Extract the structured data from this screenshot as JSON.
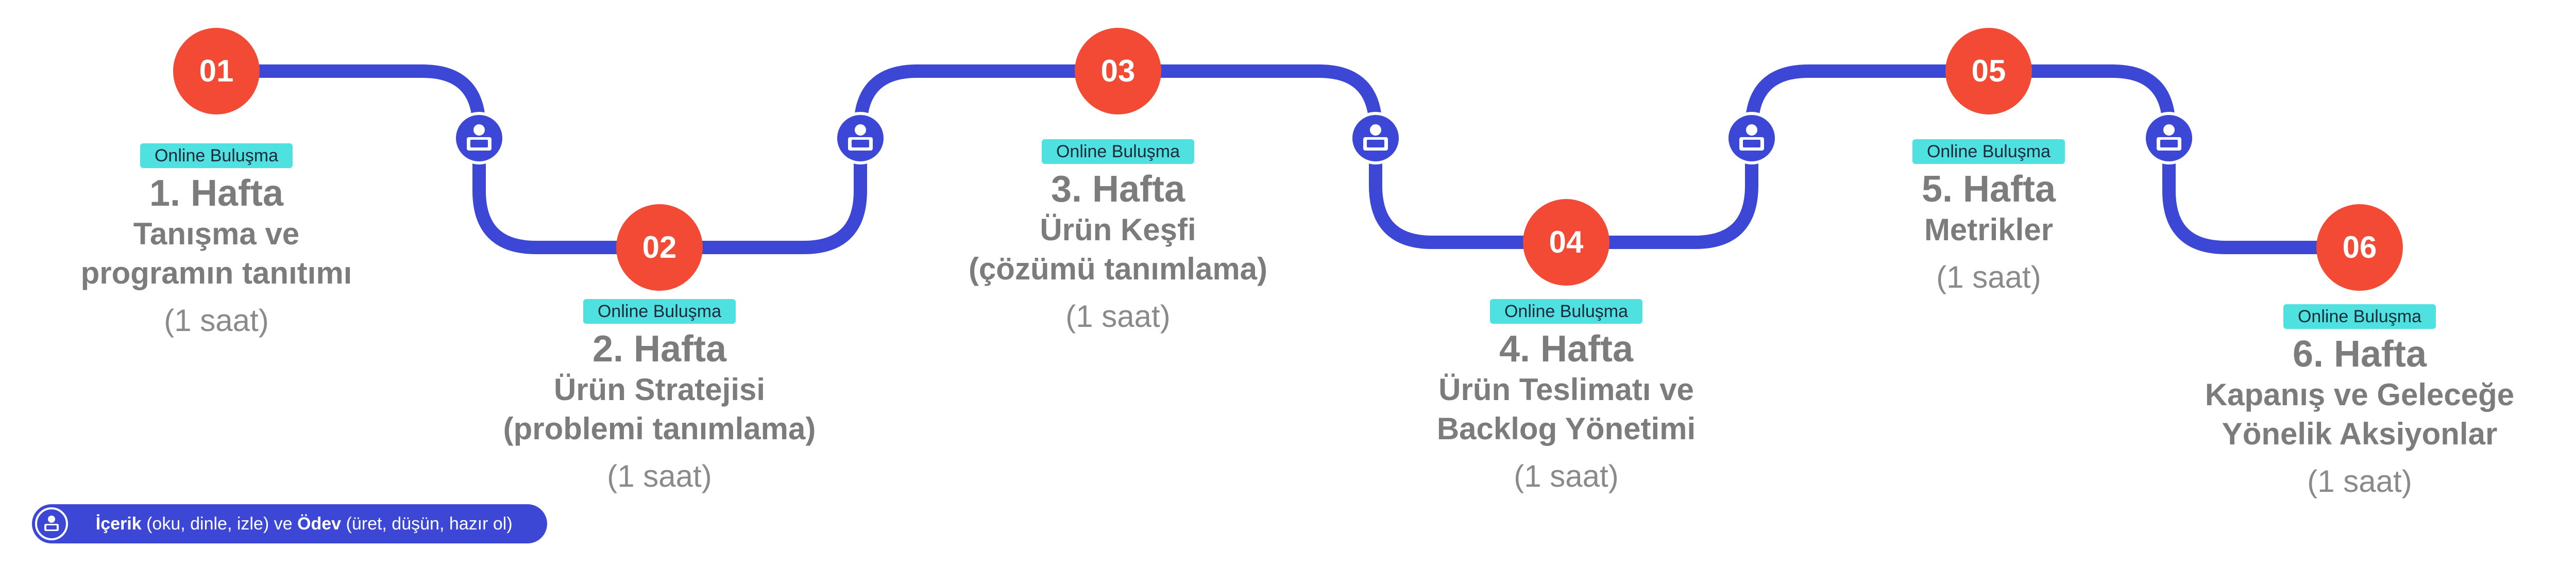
{
  "colors": {
    "path": "#3d47d6",
    "milestone": "#f24a35",
    "badge": "#4fe0e0",
    "text": "#7c7c7c"
  },
  "weeks": [
    {
      "number": "01",
      "badge": "Online Buluşma",
      "title": "1. Hafta",
      "subtitle": "Tanışma ve\nprogramın tanıtımı",
      "duration": "(1 saat)"
    },
    {
      "number": "02",
      "badge": "Online Buluşma",
      "title": "2. Hafta",
      "subtitle": "Ürün Stratejisi\n(problemi tanımlama)",
      "duration": "(1 saat)"
    },
    {
      "number": "03",
      "badge": "Online Buluşma",
      "title": "3. Hafta",
      "subtitle": "Ürün Keşfi\n(çözümü tanımlama)",
      "duration": "(1 saat)"
    },
    {
      "number": "04",
      "badge": "Online Buluşma",
      "title": "4. Hafta",
      "subtitle": "Ürün Teslimatı ve\nBacklog Yönetimi",
      "duration": "(1 saat)"
    },
    {
      "number": "05",
      "badge": "Online Buluşma",
      "title": "5. Hafta",
      "subtitle": "Metrikler",
      "duration": "(1 saat)"
    },
    {
      "number": "06",
      "badge": "Online Buluşma",
      "title": "6. Hafta",
      "subtitle": "Kapanış ve Geleceğe\nYönelik Aksiyonlar",
      "duration": "(1 saat)"
    }
  ],
  "icons": [
    "user-laptop-icon",
    "user-laptop-icon",
    "user-laptop-icon",
    "user-laptop-icon",
    "user-laptop-icon"
  ],
  "legend": {
    "icon": "user-laptop-icon",
    "content_bold": "İçerik",
    "content_text": " (oku, dinle, izle) ve ",
    "assignment_bold": "Ödev",
    "assignment_text": " (üret, düşün, hazır ol)"
  }
}
